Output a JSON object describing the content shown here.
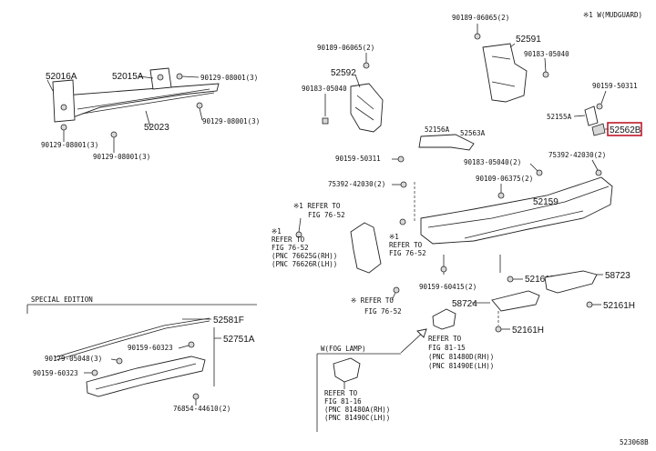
{
  "header": {
    "note": "※1 W(MUDGUARD)"
  },
  "footer": {
    "code": "523068B"
  },
  "sections": {
    "special_edition": "SPECIAL EDITION",
    "w_fog_lamp": "W(FOG LAMP)"
  },
  "labels": {
    "p52016A": "52016A",
    "p52015A": "52015A",
    "p90129_08001_a": "90129-08001(3)",
    "p90129_08001_b": "90129-08001(3)",
    "p90129_08001_c": "90129-08001(3)",
    "p90129_08001_d": "90129-08001(3)",
    "p52023": "52023",
    "p90189_06065_a": "90189-06065(2)",
    "p52592": "52592",
    "p90183_05040_a": "90183-05040",
    "p90189_06065_b": "90189-06065(2)",
    "p52591": "52591",
    "p90183_05040_b": "90183-05040",
    "p90159_50311_a": "90159-50311",
    "p52155A": "52155A",
    "p52562B": "52562B",
    "p52156A": "52156A",
    "p52563A": "52563A",
    "p90159_50311_b": "90159-50311",
    "p90183_05040_c": "90183-05040(2)",
    "p75392_42030_a": "75392-42030(2)",
    "p75392_42030_b": "75392-42030(2)",
    "p90109_06375": "90109-06375(2)",
    "p52159": "52159",
    "ref1_a": "※1 REFER TO",
    "ref1_a2": "FIG 76-52",
    "ref1_b1": "※1",
    "ref1_b2": "REFER TO",
    "ref1_b3": "FIG 76-52",
    "ref1_b4": "(PNC 76625G(RH))",
    "ref1_b5": "(PNC 76626R(LH))",
    "ref1_c1": "※1",
    "ref1_c2": "REFER TO",
    "ref1_c3": "FIG 76-52",
    "ref1_d1": "※ REFER TO",
    "ref1_d2": "FIG 76-52",
    "p90159_60415": "90159-60415(2)",
    "p52161B_a": "52161B",
    "p58723": "58723",
    "p52161H_a": "52161H",
    "p58724": "58724",
    "p52161H_b": "52161H",
    "ref_fog_1": "REFER TO",
    "ref_fog_2": "FIG 81-15",
    "ref_fog_3": "(PNC 81480D(RH))",
    "ref_fog_4": "(PNC 81490E(LH))",
    "ref_fog2_1": "REFER TO",
    "ref_fog2_2": "FIG 81-16",
    "ref_fog2_3": "(PNC 81480A(RH))",
    "ref_fog2_4": "(PNC 81490C(LH))",
    "p52581F": "52581F",
    "p52751A": "52751A",
    "p90179_05048": "90179-05048(3)",
    "p90159_60323_a": "90159-60323",
    "p90159_60323_b": "90159-60323",
    "p76854_44610": "76854-44610(2)"
  }
}
